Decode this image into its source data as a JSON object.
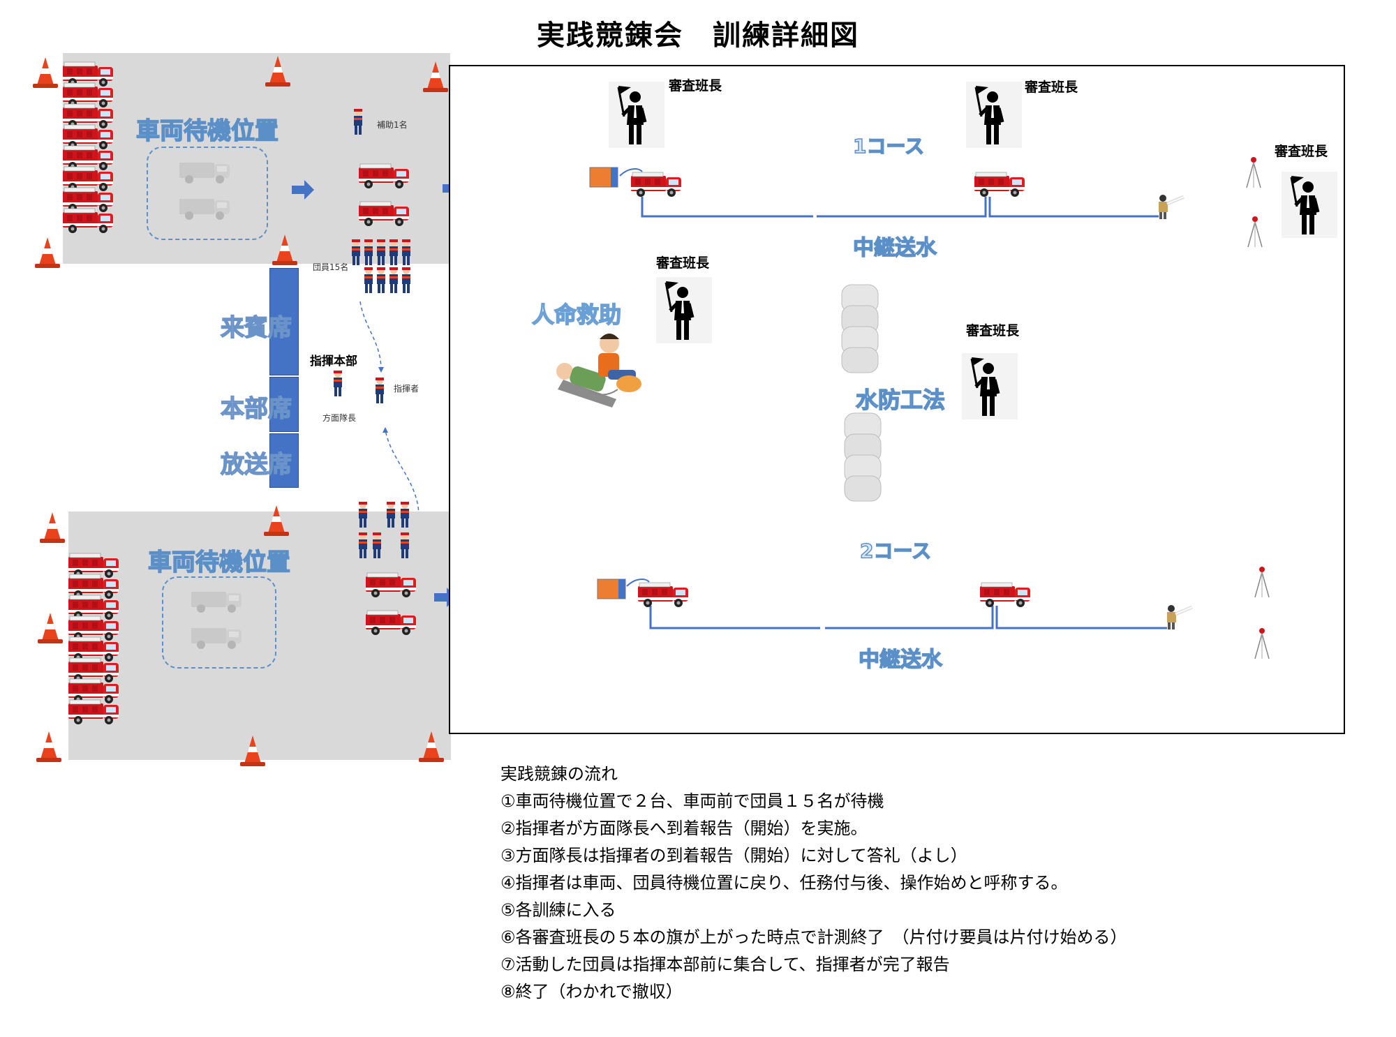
{
  "title": "実践競錬会　訓練詳細図",
  "waiting_area_label": "車両待機位置",
  "seats": [
    "来賓席",
    "本部席",
    "放送席"
  ],
  "assist_label": "補助1名",
  "members_label": "団員15名",
  "hq_label": "指揮本部",
  "commander_label": "指揮者",
  "captain_label": "方面隊長",
  "judge_label": "審査班長",
  "course1_label": "1コース",
  "course2_label": "2コース",
  "relay_label": "中継送水",
  "rescue_label": "人命救助",
  "flood_label": "水防工法",
  "flow": {
    "heading": "実践競錬の流れ",
    "steps": [
      "①車両待機位置で２台、車両前で団員１５名が待機",
      "②指揮者が方面隊長へ到着報告（開始）を実施。",
      "③方面隊長は指揮者の到着報告（開始）に対して答礼（よし）",
      "④指揮者は車両、団員待機位置に戻り、任務付与後、操作始めと呼称する。",
      "⑤各訓練に入る",
      "⑥各審査班長の５本の旗が上がった時点で計測終了　（片付け要員は片付け始める）",
      "⑦活動した団員は指揮本部前に集合して、指揮者が完了報告",
      "⑧終了（わかれで撤収）"
    ]
  },
  "colors": {
    "seat_blue": "#4472c4",
    "hose_blue": "#4472c4",
    "arrow_blue": "#4472c4",
    "truck_red": "#d0141c",
    "cone_orange": "#e8431c",
    "area_gray": "#d9d9d9"
  }
}
